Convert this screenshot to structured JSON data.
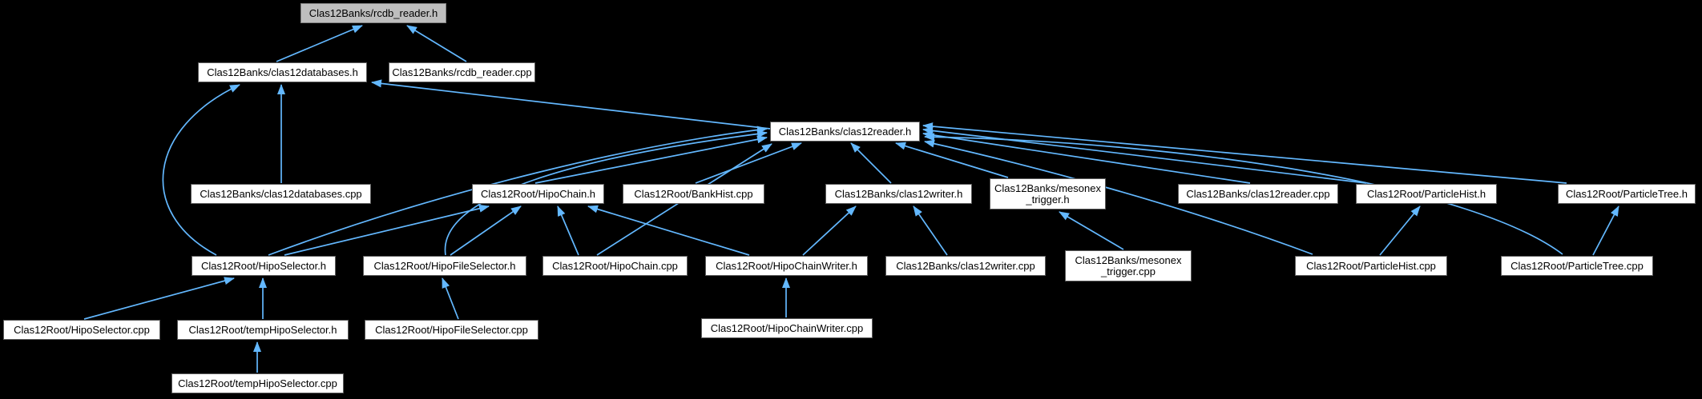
{
  "graph": {
    "kind": "doxygen-included-by-dependency-graph",
    "nodes": [
      {
        "id": "rcdb_reader_h",
        "label": "Clas12Banks/rcdb_reader.h",
        "role": "current-file"
      },
      {
        "id": "clas12databases_h",
        "label": "Clas12Banks/clas12databases.h",
        "role": "file"
      },
      {
        "id": "rcdb_reader_cpp",
        "label": "Clas12Banks/rcdb_reader.cpp",
        "role": "file"
      },
      {
        "id": "clas12reader_h",
        "label": "Clas12Banks/clas12reader.h",
        "role": "file"
      },
      {
        "id": "clas12databases_cpp",
        "label": "Clas12Banks/clas12databases.cpp",
        "role": "file"
      },
      {
        "id": "hipochain_h",
        "label": "Clas12Root/HipoChain.h",
        "role": "file"
      },
      {
        "id": "bankhist_cpp",
        "label": "Clas12Root/BankHist.cpp",
        "role": "file"
      },
      {
        "id": "clas12writer_h",
        "label": "Clas12Banks/clas12writer.h",
        "role": "file"
      },
      {
        "id": "mesonex_trigger_h",
        "label": "Clas12Banks/mesonex\n_trigger.h",
        "role": "file"
      },
      {
        "id": "clas12reader_cpp",
        "label": "Clas12Banks/clas12reader.cpp",
        "role": "file"
      },
      {
        "id": "particlehist_h",
        "label": "Clas12Root/ParticleHist.h",
        "role": "file"
      },
      {
        "id": "particletree_h",
        "label": "Clas12Root/ParticleTree.h",
        "role": "file"
      },
      {
        "id": "hiposelector_h",
        "label": "Clas12Root/HipoSelector.h",
        "role": "file"
      },
      {
        "id": "hipofileselector_h",
        "label": "Clas12Root/HipoFileSelector.h",
        "role": "file"
      },
      {
        "id": "hipochain_cpp",
        "label": "Clas12Root/HipoChain.cpp",
        "role": "file"
      },
      {
        "id": "hipochainwriter_h",
        "label": "Clas12Root/HipoChainWriter.h",
        "role": "file"
      },
      {
        "id": "clas12writer_cpp",
        "label": "Clas12Banks/clas12writer.cpp",
        "role": "file"
      },
      {
        "id": "mesonex_trigger_cpp",
        "label": "Clas12Banks/mesonex\n_trigger.cpp",
        "role": "file"
      },
      {
        "id": "particlehist_cpp",
        "label": "Clas12Root/ParticleHist.cpp",
        "role": "file"
      },
      {
        "id": "particletree_cpp",
        "label": "Clas12Root/ParticleTree.cpp",
        "role": "file"
      },
      {
        "id": "hiposelector_cpp",
        "label": "Clas12Root/HipoSelector.cpp",
        "role": "file"
      },
      {
        "id": "temphiposelector_h",
        "label": "Clas12Root/tempHipoSelector.h",
        "role": "file"
      },
      {
        "id": "hipofileselector_cpp",
        "label": "Clas12Root/HipoFileSelector.cpp",
        "role": "file"
      },
      {
        "id": "hipochainwriter_cpp",
        "label": "Clas12Root/HipoChainWriter.cpp",
        "role": "file"
      },
      {
        "id": "temphiposelector_cpp",
        "label": "Clas12Root/tempHipoSelector.cpp",
        "role": "file"
      }
    ],
    "edges": [
      {
        "from": "clas12databases_h",
        "to": "rcdb_reader_h"
      },
      {
        "from": "rcdb_reader_cpp",
        "to": "rcdb_reader_h"
      },
      {
        "from": "clas12reader_h",
        "to": "clas12databases_h"
      },
      {
        "from": "clas12databases_cpp",
        "to": "clas12databases_h"
      },
      {
        "from": "hiposelector_h",
        "to": "clas12databases_h"
      },
      {
        "from": "hipochain_h",
        "to": "clas12reader_h"
      },
      {
        "from": "bankhist_cpp",
        "to": "clas12reader_h"
      },
      {
        "from": "clas12writer_h",
        "to": "clas12reader_h"
      },
      {
        "from": "mesonex_trigger_h",
        "to": "clas12reader_h"
      },
      {
        "from": "clas12reader_cpp",
        "to": "clas12reader_h"
      },
      {
        "from": "particlehist_h",
        "to": "clas12reader_h"
      },
      {
        "from": "particletree_h",
        "to": "clas12reader_h"
      },
      {
        "from": "hiposelector_h",
        "to": "clas12reader_h"
      },
      {
        "from": "hipofileselector_h",
        "to": "clas12reader_h"
      },
      {
        "from": "hipochain_cpp",
        "to": "clas12reader_h"
      },
      {
        "from": "particlehist_cpp",
        "to": "clas12reader_h"
      },
      {
        "from": "particletree_cpp",
        "to": "clas12reader_h"
      },
      {
        "from": "hiposelector_cpp",
        "to": "hiposelector_h"
      },
      {
        "from": "temphiposelector_h",
        "to": "hiposelector_h"
      },
      {
        "from": "temphiposelector_cpp",
        "to": "temphiposelector_h"
      },
      {
        "from": "hiposelector_h",
        "to": "hipochain_h"
      },
      {
        "from": "hipofileselector_h",
        "to": "hipochain_h"
      },
      {
        "from": "hipochain_cpp",
        "to": "hipochain_h"
      },
      {
        "from": "hipochainwriter_h",
        "to": "hipochain_h"
      },
      {
        "from": "hipofileselector_cpp",
        "to": "hipofileselector_h"
      },
      {
        "from": "hipochainwriter_cpp",
        "to": "hipochainwriter_h"
      },
      {
        "from": "hipochainwriter_h",
        "to": "clas12writer_h"
      },
      {
        "from": "clas12writer_cpp",
        "to": "clas12writer_h"
      },
      {
        "from": "mesonex_trigger_cpp",
        "to": "mesonex_trigger_h"
      },
      {
        "from": "particlehist_cpp",
        "to": "particlehist_h"
      },
      {
        "from": "particletree_cpp",
        "to": "particletree_h"
      }
    ]
  },
  "colors": {
    "background": "#000000",
    "edge": "#63b8ff",
    "node_fill": "#ffffff",
    "node_border": "#5c5c5c",
    "current_node_fill": "#bebebe",
    "current_node_border": "#848484",
    "text": "#000000"
  }
}
